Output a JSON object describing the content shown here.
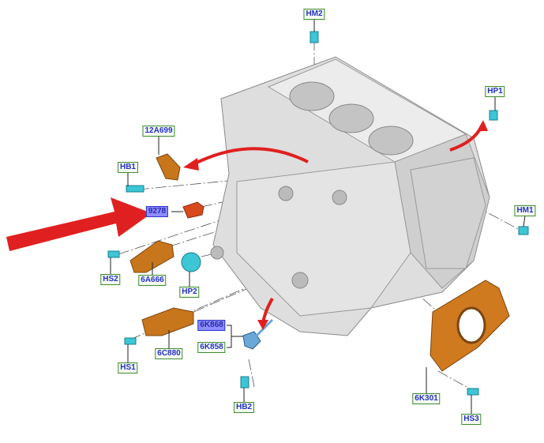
{
  "title": "Cylinder block components diagram",
  "labels": {
    "hm2": "HM2",
    "hp1": "HP1",
    "p12a699": "12A699",
    "hb1": "HB1",
    "p9278": "9278",
    "hm1": "HM1",
    "hs2": "HS2",
    "p6a666": "6A666",
    "hp2": "HP2",
    "p6k868": "6K868",
    "p6k858": "6K858",
    "hs1": "HS1",
    "p6c880": "6C880",
    "hb2": "HB2",
    "p6k301": "6K301",
    "hs3": "HS3"
  },
  "colors": {
    "part_orange": "#c8761c",
    "part_red": "#d84a1c",
    "fastener_cyan": "#3cc6d6",
    "arrow_red": "#e02020",
    "block_grey": "#d8d8d8"
  }
}
